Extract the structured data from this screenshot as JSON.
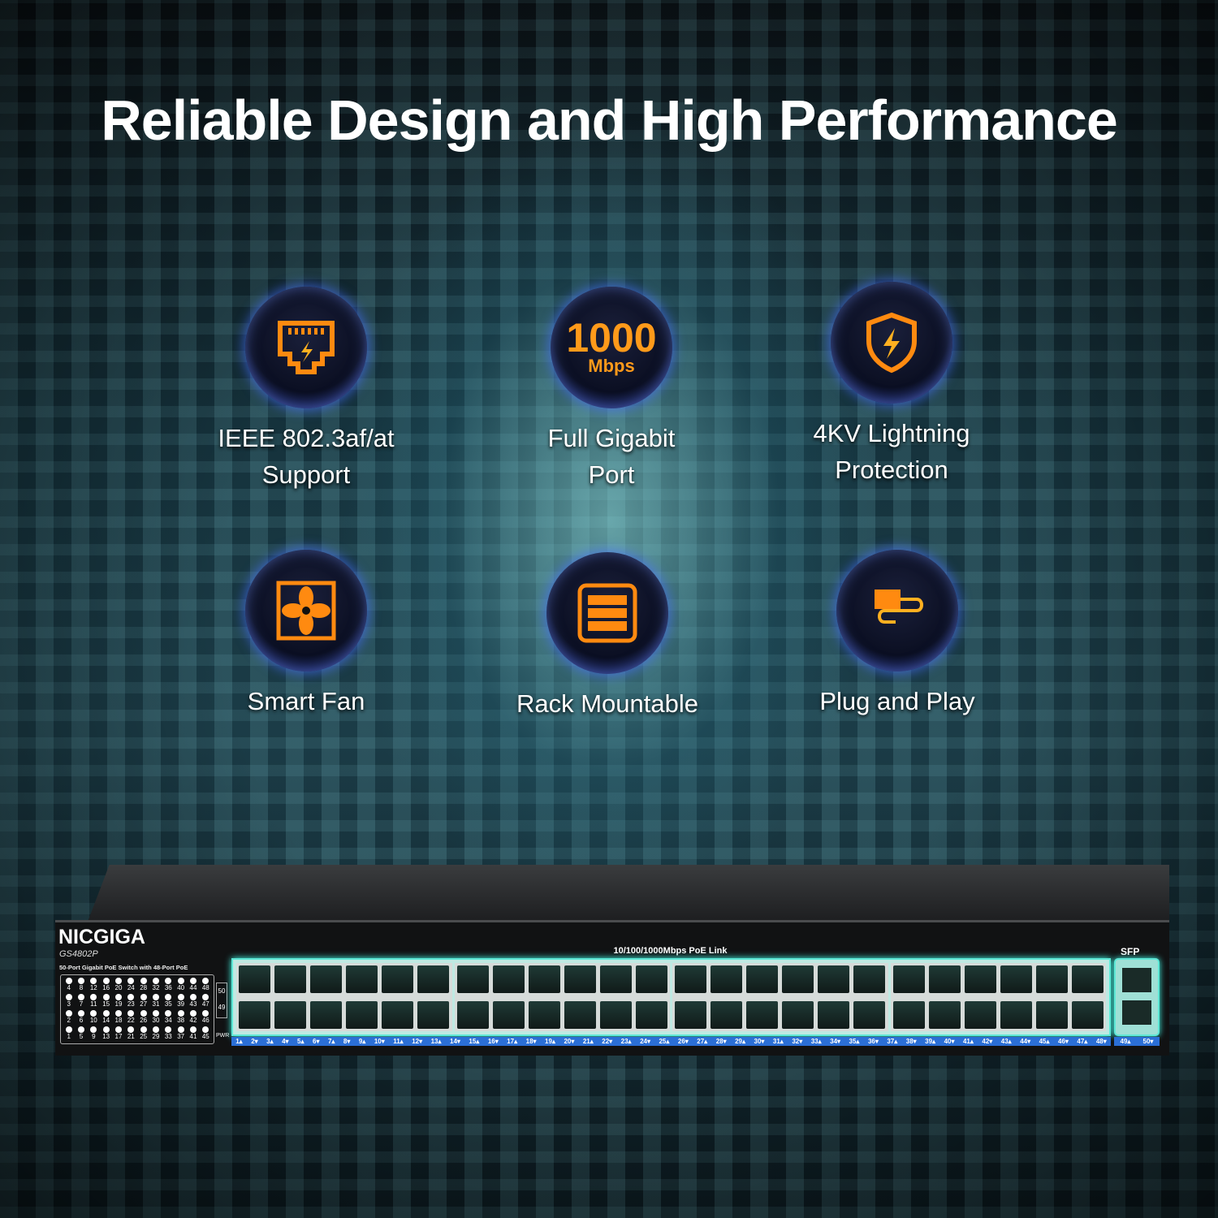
{
  "title": "Reliable Design and High Performance",
  "features": [
    {
      "label1": "IEEE 802.3af/at",
      "label2": "Support",
      "icon": "ethernet-port-lightning-icon"
    },
    {
      "label1": "Full Gigabit",
      "label2": "Port",
      "icon": "speed-badge-icon",
      "badge_value": "1000",
      "badge_unit": "Mbps"
    },
    {
      "label1": "4KV Lightning",
      "label2": "Protection",
      "icon": "shield-lightning-icon"
    },
    {
      "label1": "Smart Fan",
      "icon": "fan-icon"
    },
    {
      "label1": "Rack Mountable",
      "icon": "server-rack-icon"
    },
    {
      "label1": "Plug and Play",
      "icon": "plug-cable-icon"
    }
  ],
  "switch": {
    "brand": "NICGIGA",
    "model": "GS4802P",
    "description": "50-Port Gigabit PoE Switch with 48-Port PoE",
    "link_label": "10/100/1000Mbps PoE Link",
    "sfp_label": "SFP",
    "pwr_label": "PWR",
    "led_rows": [
      [
        4,
        8,
        12,
        16,
        20,
        24,
        28,
        32,
        36,
        40,
        44,
        48
      ],
      [
        3,
        7,
        11,
        15,
        19,
        23,
        27,
        31,
        35,
        39,
        43,
        47
      ],
      [
        2,
        6,
        10,
        14,
        18,
        22,
        26,
        30,
        34,
        38,
        42,
        46
      ],
      [
        1,
        5,
        9,
        13,
        17,
        21,
        25,
        29,
        33,
        37,
        41,
        45
      ]
    ],
    "sfp_leds": [
      "50",
      "49"
    ],
    "port_labels": [
      "1▴",
      "2▾",
      "3▴",
      "4▾",
      "5▴",
      "6▾",
      "7▴",
      "8▾",
      "9▴",
      "10▾",
      "11▴",
      "12▾",
      "13▴",
      "14▾",
      "15▴",
      "16▾",
      "17▴",
      "18▾",
      "19▴",
      "20▾",
      "21▴",
      "22▾",
      "23▴",
      "24▾",
      "25▴",
      "26▾",
      "27▴",
      "28▾",
      "29▴",
      "30▾",
      "31▴",
      "32▾",
      "33▴",
      "34▾",
      "35▴",
      "36▾",
      "37▴",
      "38▾",
      "39▴",
      "40▾",
      "41▴",
      "42▾",
      "43▴",
      "44▾",
      "45▴",
      "46▾",
      "47▴",
      "48▾"
    ],
    "sfp_port_labels": [
      "49▴",
      "50▾"
    ]
  },
  "colors": {
    "accent": "#ff9a1a",
    "bubble_glow": "#4666ff",
    "port_glow": "#5ee8d6",
    "label_strip": "#2b6fd6"
  }
}
